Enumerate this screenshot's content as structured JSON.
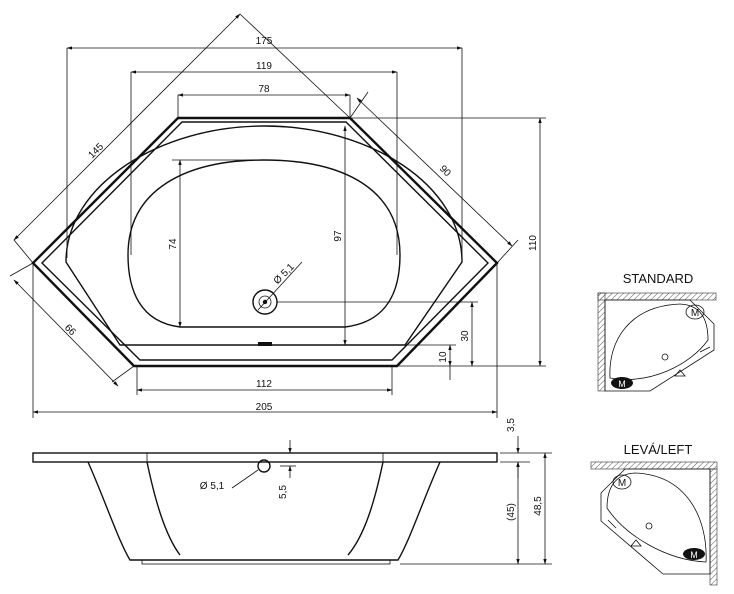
{
  "top_view": {
    "dims": {
      "d175": "175",
      "d119": "119",
      "d78": "78",
      "d145": "145",
      "d90": "90",
      "d74": "74",
      "d97": "97",
      "d110": "110",
      "d66": "66",
      "d30": "30",
      "d10": "10",
      "d112": "112",
      "d205": "205",
      "drain": "Ø 5,1"
    }
  },
  "side_view": {
    "dims": {
      "d35": "3,5",
      "d45": "(45)",
      "d485": "48,5",
      "d55": "5,5",
      "drain": "Ø 5,1"
    }
  },
  "variants": {
    "standard": {
      "label": "STANDARD",
      "icon_letters": [
        "M",
        "M"
      ]
    },
    "left": {
      "label": "LEVÁ/LEFT",
      "icon_letters": [
        "M",
        "M"
      ]
    }
  }
}
